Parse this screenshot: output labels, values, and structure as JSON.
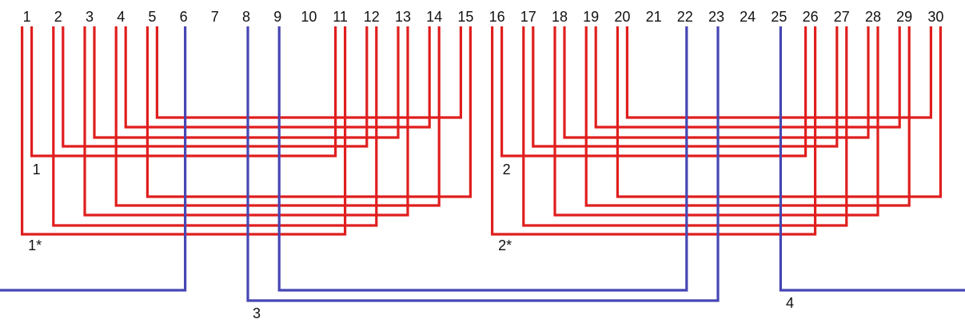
{
  "slots": [
    "1",
    "2",
    "3",
    "4",
    "5",
    "6",
    "7",
    "8",
    "9",
    "10",
    "11",
    "12",
    "13",
    "14",
    "15",
    "16",
    "17",
    "18",
    "19",
    "20",
    "21",
    "22",
    "23",
    "24",
    "25",
    "26",
    "27",
    "28",
    "29",
    "30"
  ],
  "colors": {
    "coil": "#e01e1e",
    "lead": "#4646b4",
    "text": "#111111"
  },
  "coil_groups": [
    {
      "label_start": "1",
      "label_end": "1*",
      "first_slot": 1,
      "pitch_slots": 10,
      "coils": 5
    },
    {
      "label_start": "2",
      "label_end": "2*",
      "first_slot": 16,
      "pitch_slots": 10,
      "coils": 5
    }
  ],
  "leads": [
    {
      "label": "",
      "from_slot": 6,
      "to": "left-edge",
      "level": "upper"
    },
    {
      "label": "3",
      "from_slot": 9,
      "to_slot": 22,
      "level": "upper"
    },
    {
      "label": "3",
      "from_slot": 8,
      "to_slot": 23,
      "level": "lower"
    },
    {
      "label": "4",
      "from_slot": 25,
      "to": "right-edge",
      "level": "upper"
    }
  ],
  "lead_labels": [
    "3",
    "4"
  ]
}
